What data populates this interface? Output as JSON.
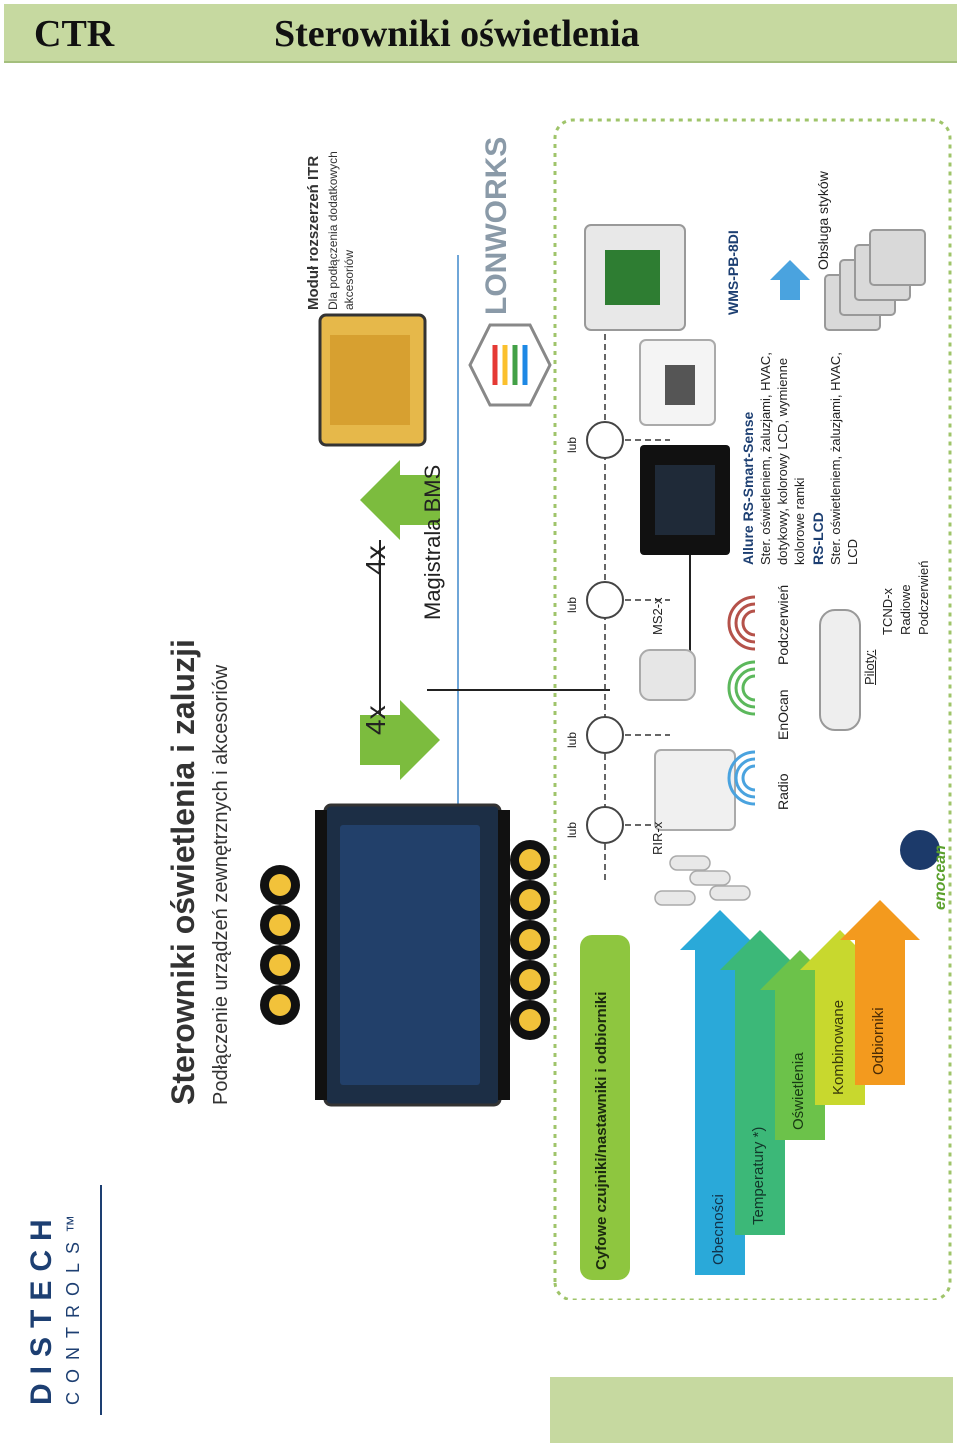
{
  "header": {
    "left": "CTR",
    "right": "Sterowniki oświetlenia"
  },
  "diagram": {
    "title": "Sterowniki oświetlenia i zaluzji",
    "subtitle": "Podłączenie urządzeń zewnętrznych i akcesoriów",
    "multiplier_a": "4x",
    "multiplier_b": "4x",
    "bus_label": "Magistrala BMS",
    "itr_title": "Moduł rozszerzeń ITR",
    "itr_desc1": "Dla podłączenia dodatkowych",
    "itr_desc2": "akcesoriów",
    "lonworks": "LONWORKS",
    "lub": [
      "lub",
      "lub",
      "lub",
      "lub"
    ],
    "device_rir": "RIR-x",
    "device_ms2": "MS2-x",
    "wms_label": "WMS-PB-8DI",
    "contacts_label": "Obsługa styków",
    "allure_title": "Allure RS-Smart-Sense",
    "allure_l1": "Ster. oświetleniem, żaluzjami, HVAC,",
    "allure_l2": "dotykowy, kolorowy LCD, wymienne",
    "allure_l3": "kolorowe ramki",
    "rslcd_title": "RS-LCD",
    "rslcd_l1": "Ster. oświetleniem, żaluzjami, HVAC,",
    "rslcd_l2": "LCD",
    "radio": "Radio",
    "enocean_label": "EnOcan",
    "ir_label": "Podczerwień",
    "piloty": "Piloty:",
    "tcnd_l1": "TCND-x",
    "tcnd_l2": "Radiowe",
    "tcnd_l3": "Podczerwień",
    "enocean_logo": "enocean",
    "sensors_box": "Cyfowe czujniki/nastawniki i odbiorniki",
    "arrows": [
      {
        "label": "Obecności",
        "color": "#2aa9d9"
      },
      {
        "label": "Temperatury *)",
        "color": "#3cb878"
      },
      {
        "label": "Oświetlenia",
        "color": "#6cc24a"
      },
      {
        "label": "Kombinowane",
        "color": "#c8d82e"
      },
      {
        "label": "Odbiorniki",
        "color": "#f39a1e"
      }
    ]
  },
  "logo": {
    "line1": "DISTECH",
    "line2": "CONTROLS™"
  }
}
